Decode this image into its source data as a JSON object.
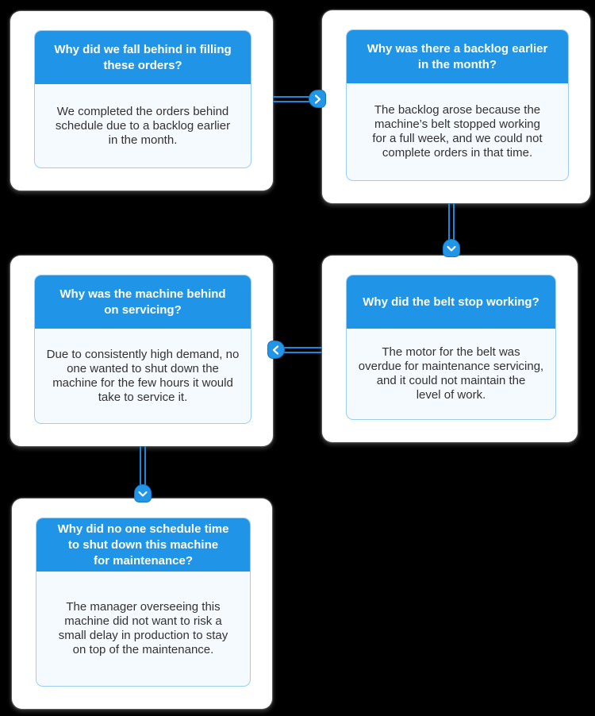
{
  "diagram": {
    "type": "five-whys-flowchart",
    "colors": {
      "background": "#000000",
      "card_bg": "#FFFFFF",
      "header_blue": "#2095E7",
      "body_bg": "#F5FAFE",
      "inner_border": "#9BCFF2",
      "connector_blue": "#1E86DB",
      "badge_fill": "#2196E8",
      "badge_border": "#1874C4",
      "header_text": "#FFFFFF",
      "body_text": "#323232"
    },
    "cards": [
      {
        "question": "Why did we fall behind in filling\nthese orders?",
        "answer": "We completed the orders behind\nschedule due to a backlog earlier\nin the month."
      },
      {
        "question": "Why was there a backlog earlier\nin the month?",
        "answer": "The backlog arose because the\nmachine’s belt stopped working\nfor a full week, and we could not\ncomplete orders in that time."
      },
      {
        "question": "Why did the belt stop working?",
        "answer": "The motor for the belt was\noverdue for maintenance servicing,\nand it could not maintain the\nlevel of work."
      },
      {
        "question": "Why was the machine behind\non servicing?",
        "answer": "Due to consistently high demand, no\none wanted to shut down the\nmachine for the few hours it would\ntake to service it."
      },
      {
        "question": "Why did no one schedule time\nto shut down this machine\nfor maintenance?",
        "answer": "The manager overseeing this\nmachine did not want to risk a\nsmall delay in production to stay\non top of the maintenance."
      }
    ],
    "connectors": [
      {
        "from": "card-1",
        "to": "card-2",
        "direction": "right"
      },
      {
        "from": "card-2",
        "to": "card-3",
        "direction": "down"
      },
      {
        "from": "card-3",
        "to": "card-4",
        "direction": "left"
      },
      {
        "from": "card-4",
        "to": "card-5",
        "direction": "down"
      }
    ]
  }
}
